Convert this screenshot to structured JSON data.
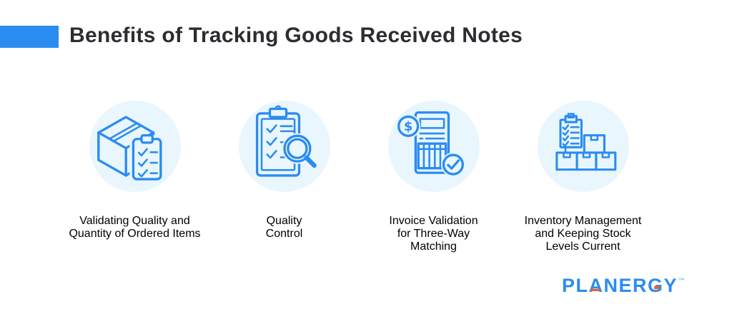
{
  "header": {
    "title": "Benefits of Tracking Goods Received Notes"
  },
  "features": [
    {
      "label_lines": [
        "Validating Quality and",
        "Quantity of Ordered Items"
      ]
    },
    {
      "label_lines": [
        "Quality",
        "Control"
      ]
    },
    {
      "label_lines": [
        "Invoice Validation",
        "for Three-Way",
        "Matching"
      ]
    },
    {
      "label_lines": [
        "Inventory Management",
        "and Keeping Stock",
        "Levels Current"
      ]
    }
  ],
  "icons": {
    "feature_icon_names": [
      "box-checklist-icon",
      "clipboard-magnifier-icon",
      "invoice-dollar-check-icon",
      "clipboard-stacked-boxes-icon"
    ],
    "dollar_glyph": "$"
  },
  "logo": {
    "p1": "PL",
    "a": "A",
    "p2": "NER",
    "g": "G",
    "p3": "Y",
    "trademark": "™"
  },
  "colors": {
    "brand_blue": "#2b8cf0",
    "accent_orange": "#f65c1e",
    "circle_bg": "#e9f6fd",
    "title_color": "#2b2d31",
    "label_color": "#4d4f53",
    "tm_color": "#5ec2f0"
  }
}
